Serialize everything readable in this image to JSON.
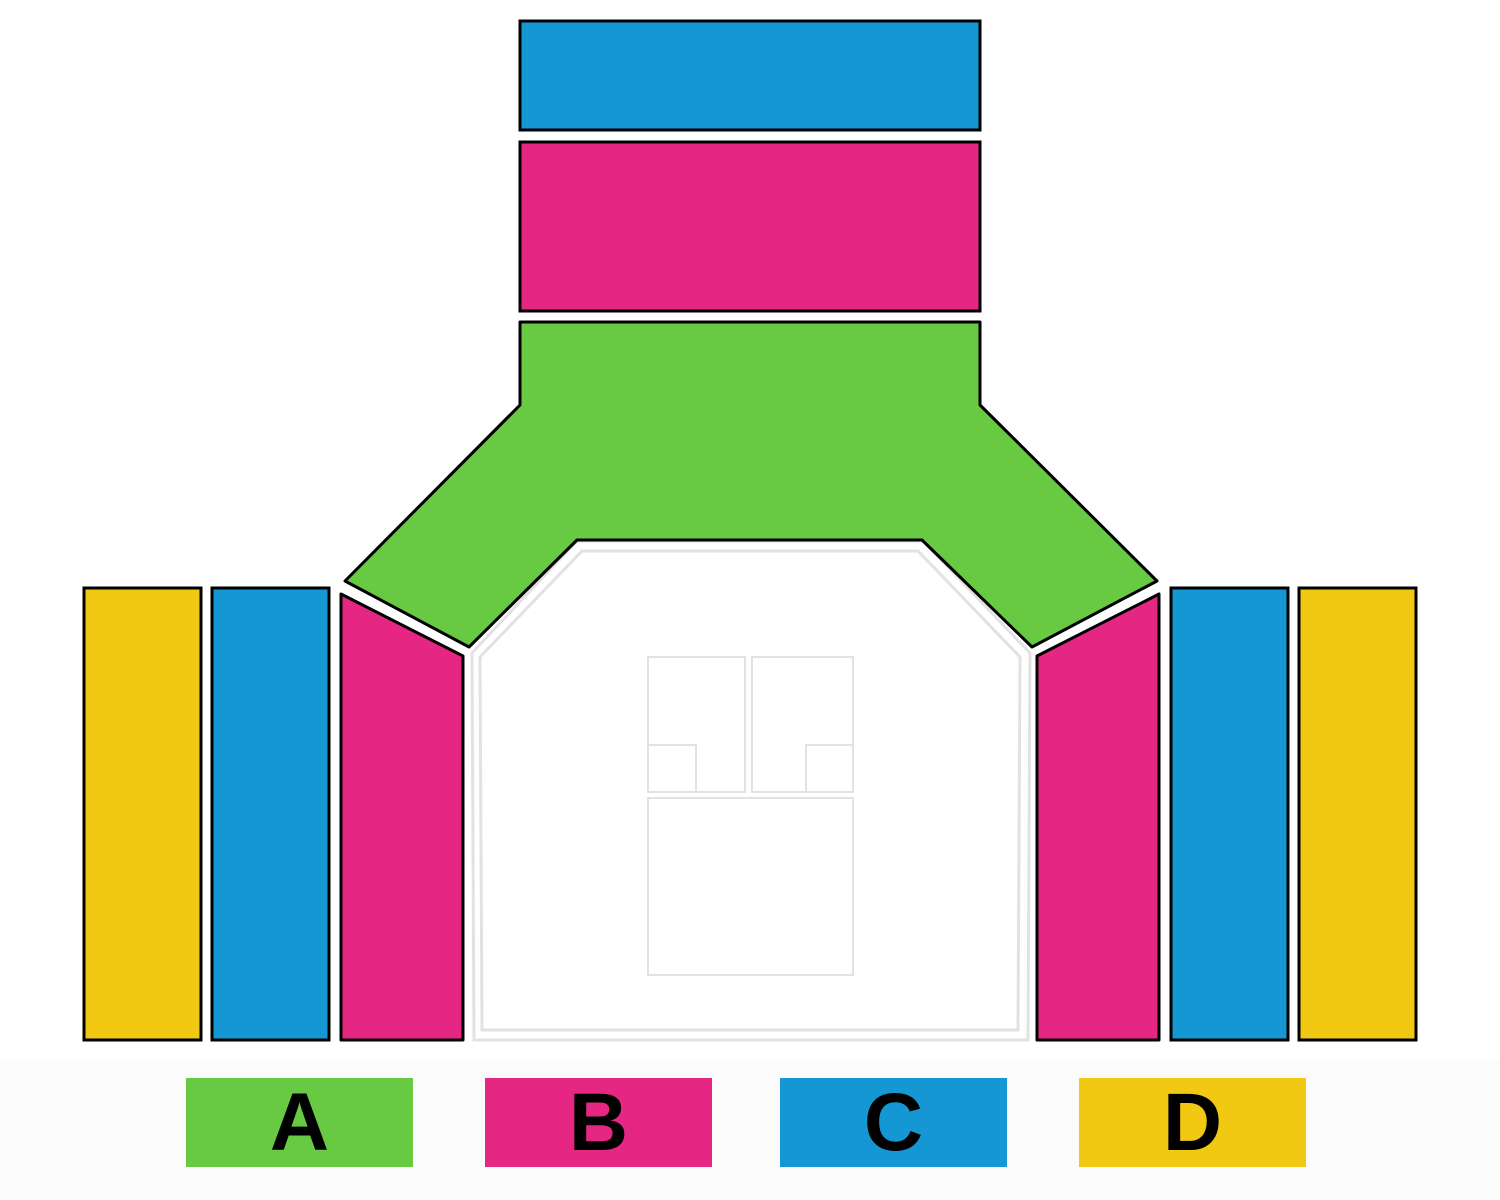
{
  "colors": {
    "A": "#68c942",
    "B": "#e52783",
    "C": "#1597d3",
    "D": "#f1c913",
    "outline": "#000000",
    "stage_line": "#e2e2e2"
  },
  "legend": [
    {
      "key": "A",
      "label": "A",
      "color": "#68c942"
    },
    {
      "key": "B",
      "label": "B",
      "color": "#e52783"
    },
    {
      "key": "C",
      "label": "C",
      "color": "#1597d3"
    },
    {
      "key": "D",
      "label": "D",
      "color": "#f1c913"
    }
  ],
  "sections": [
    {
      "name": "top-section-c",
      "category": "C"
    },
    {
      "name": "top-section-b",
      "category": "B"
    },
    {
      "name": "center-section-a",
      "category": "A"
    },
    {
      "name": "left-outer-section-d",
      "category": "D"
    },
    {
      "name": "left-section-c",
      "category": "C"
    },
    {
      "name": "left-inner-section-b",
      "category": "B"
    },
    {
      "name": "right-inner-section-b",
      "category": "B"
    },
    {
      "name": "right-section-c",
      "category": "C"
    },
    {
      "name": "right-outer-section-d",
      "category": "D"
    }
  ]
}
